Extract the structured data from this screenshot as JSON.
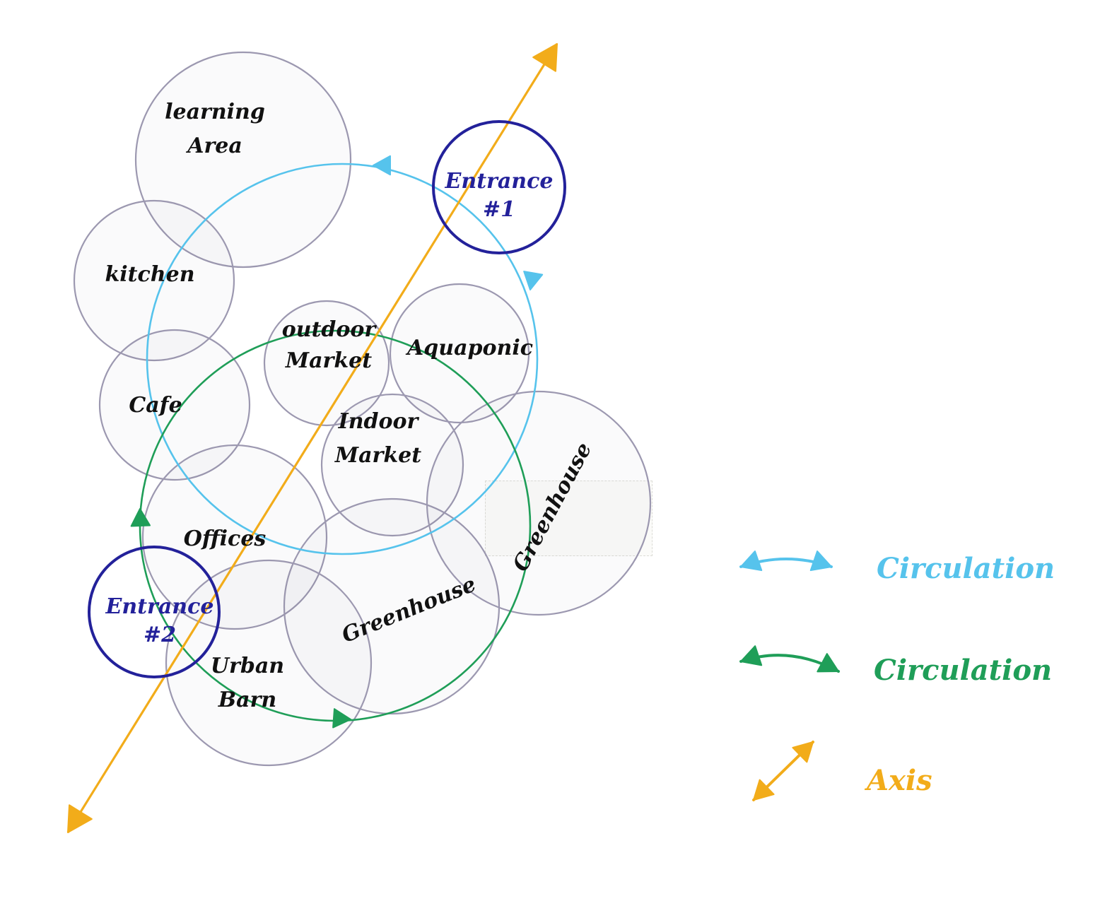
{
  "diagram": {
    "colors": {
      "paper": "#ffffff",
      "space": "#9c98b0",
      "entrance": "#23219a",
      "circulation_blue": "#56c3ec",
      "circulation_green": "#1f9e58",
      "axis": "#f2ac1a",
      "ink": "#111111"
    },
    "spaces": [
      {
        "id": "learning-area",
        "lines": [
          "learning",
          "Area"
        ]
      },
      {
        "id": "kitchen",
        "lines": [
          "kitchen"
        ]
      },
      {
        "id": "cafe",
        "lines": [
          "Cafe"
        ]
      },
      {
        "id": "outdoor-market",
        "lines": [
          "outdoor",
          "Market"
        ]
      },
      {
        "id": "aquaponics",
        "lines": [
          "Aquaponic"
        ]
      },
      {
        "id": "indoor-market",
        "lines": [
          "Indoor",
          "Market"
        ]
      },
      {
        "id": "offices",
        "lines": [
          "Offices"
        ]
      },
      {
        "id": "greenhouse-center",
        "lines": [
          "Greenhouse"
        ]
      },
      {
        "id": "greenhouse-right",
        "lines": [
          "Greenhouse"
        ]
      },
      {
        "id": "urban-barn",
        "lines": [
          "Urban",
          "Barn"
        ]
      }
    ],
    "entrances": [
      {
        "id": "entrance-1",
        "lines": [
          "Entrance",
          "#1"
        ]
      },
      {
        "id": "entrance-2",
        "lines": [
          "Entrance",
          "#2"
        ]
      }
    ],
    "connectors": [
      {
        "id": "circulation-blue",
        "color_key": "circulation_blue"
      },
      {
        "id": "circulation-green",
        "color_key": "circulation_green"
      },
      {
        "id": "axis",
        "color_key": "axis"
      }
    ],
    "legend": [
      {
        "id": "blue-circulation",
        "label": "Circulation",
        "color_key": "circulation_blue",
        "icon": "double-arrow-icon"
      },
      {
        "id": "green-circulation",
        "label": "Circulation",
        "color_key": "circulation_green",
        "icon": "double-arrow-icon"
      },
      {
        "id": "axis",
        "label": "Axis",
        "color_key": "axis",
        "icon": "double-arrow-icon"
      }
    ]
  }
}
